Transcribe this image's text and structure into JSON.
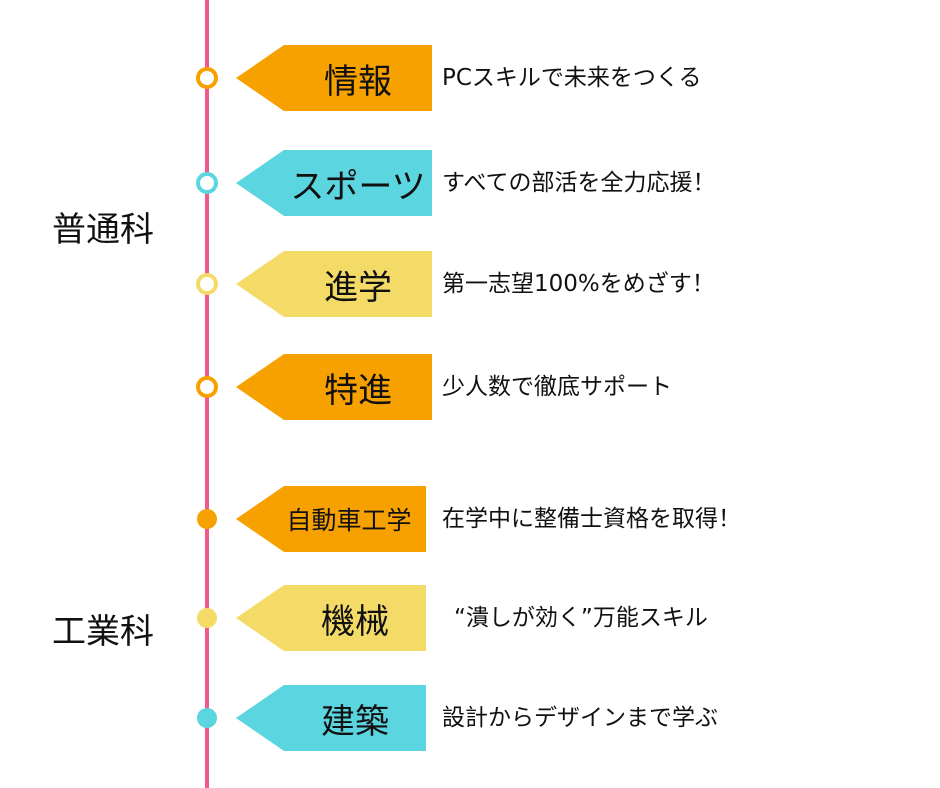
{
  "colors": {
    "timeline": "#f2588e",
    "orange": "#f7a100",
    "cyan": "#5bd5df",
    "yellow": "#f4db67"
  },
  "groups": [
    {
      "label": "普通科"
    },
    {
      "label": "工業科"
    }
  ],
  "items": [
    {
      "tag": "情報",
      "desc": "PCスキルで未来をつくる",
      "color": "orange",
      "marker": "ring"
    },
    {
      "tag": "スポーツ",
      "desc": "すべての部活を全力応援！",
      "color": "cyan",
      "marker": "ring"
    },
    {
      "tag": "進学",
      "desc": "第一志望100%をめざす！",
      "color": "yellow",
      "marker": "ring"
    },
    {
      "tag": "特進",
      "desc": "少人数で徹底サポート",
      "color": "orange",
      "marker": "ring"
    },
    {
      "tag": "自動車工学",
      "desc": "在学中に整備士資格を取得！",
      "color": "orange",
      "marker": "filled"
    },
    {
      "tag": "機械",
      "desc": "“潰しが効く”万能スキル",
      "color": "yellow",
      "marker": "filled"
    },
    {
      "tag": "建築",
      "desc": "設計からデザインまで学ぶ",
      "color": "cyan",
      "marker": "filled"
    }
  ]
}
